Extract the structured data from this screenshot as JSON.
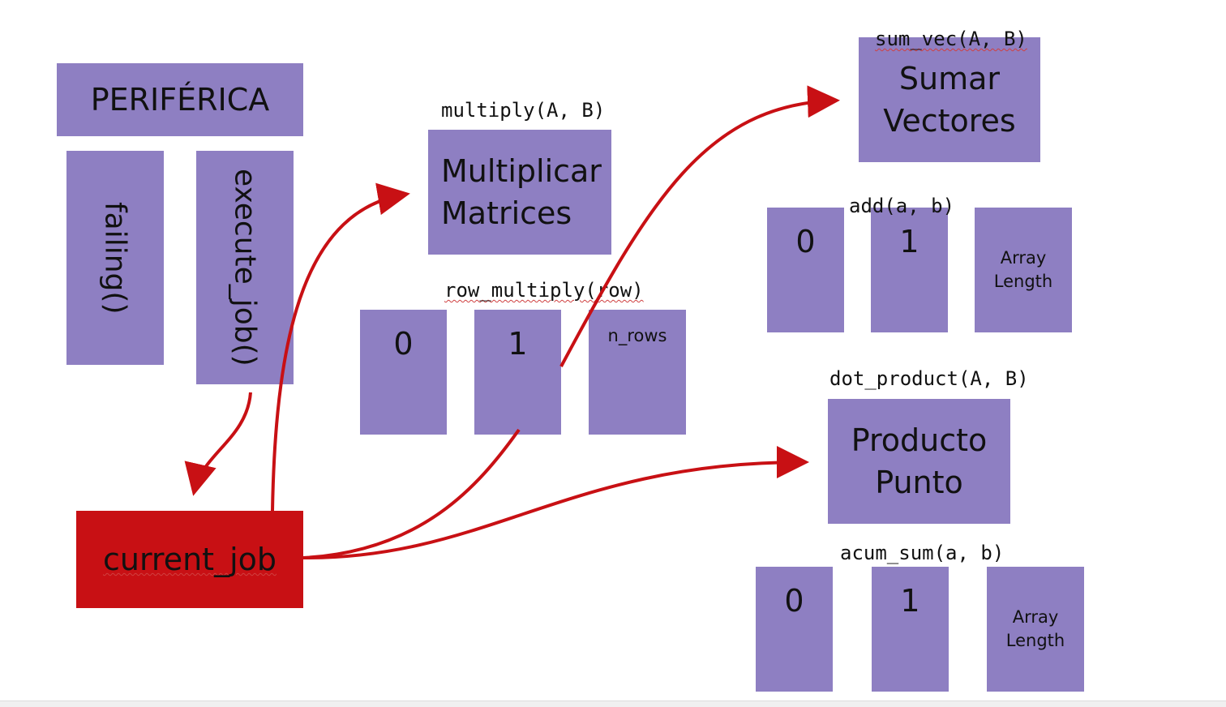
{
  "periferica": {
    "title": "PERIFÉRICA",
    "failing": "failing()",
    "execute_job": "execute_job()"
  },
  "current_job": {
    "label": "current_job"
  },
  "multiply": {
    "signature": "multiply(A, B)",
    "label": "Multiplicar\nMatrices"
  },
  "row_multiply": {
    "signature": "row_multiply(row)",
    "cells": [
      "0",
      "1",
      "n_rows"
    ]
  },
  "sum_vec": {
    "signature": "sum_vec(A, B)",
    "label": "Sumar\nVectores"
  },
  "add": {
    "signature": "add(a, b)",
    "cells": [
      "0",
      "1",
      "Array\nLength"
    ]
  },
  "dot_product": {
    "signature": "dot_product(A, B)",
    "label": "Producto\nPunto"
  },
  "acum_sum": {
    "signature": "acum_sum(a, b)",
    "cells": [
      "0",
      "1",
      "Array\nLength"
    ]
  },
  "colors": {
    "box": "#8e7fc2",
    "current_job": "#c81014",
    "arrow": "#c81014"
  }
}
